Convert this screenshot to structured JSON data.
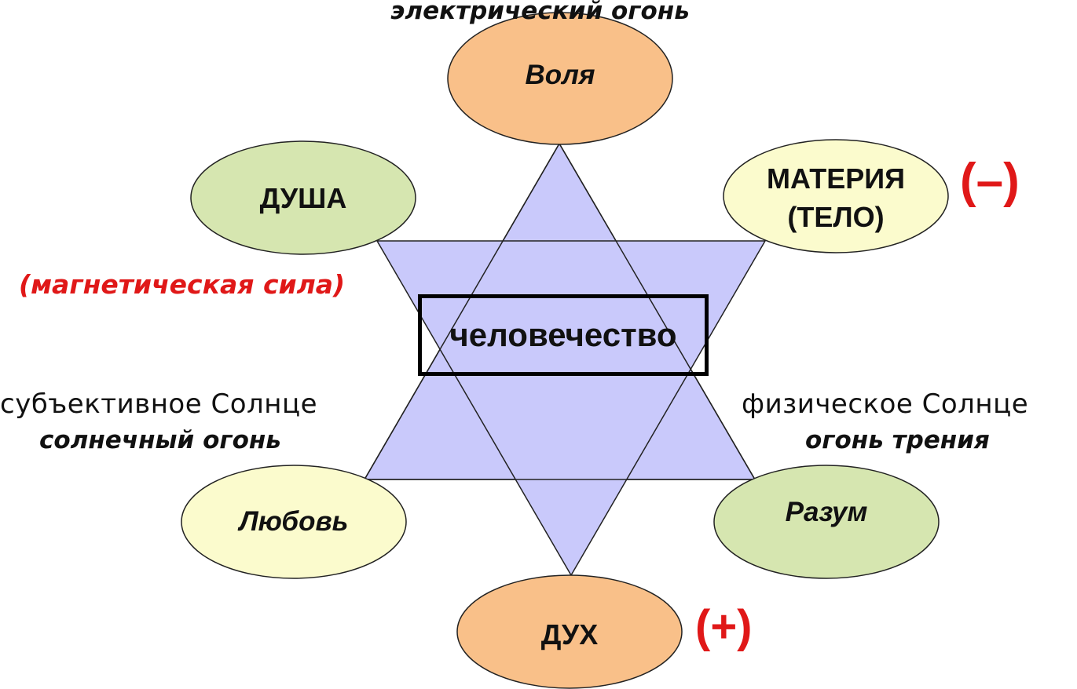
{
  "labels": {
    "top": "электрический огонь",
    "magnetic": "(магнетическая сила)",
    "left_subjective": "субъективное Солнце",
    "left_fire": "солнечный огонь",
    "right_physical": "физическое Солнце",
    "right_fire": "огонь трения"
  },
  "nodes": {
    "volya": "Воля",
    "dusha": "ДУША",
    "materia_line1": "МАТЕРИЯ",
    "materia_line2": "(ТЕЛО)",
    "lubov": "Любовь",
    "razum": "Разум",
    "duh": "ДУХ"
  },
  "center": "человечество",
  "signs": {
    "minus": "(–)",
    "plus": "(+)"
  },
  "colors": {
    "triangle_fill": "#c9c9fb",
    "orange": "#f9c089",
    "green": "#d6e6b0",
    "yellow": "#fbfbcd",
    "accent_red": "#e01818"
  }
}
